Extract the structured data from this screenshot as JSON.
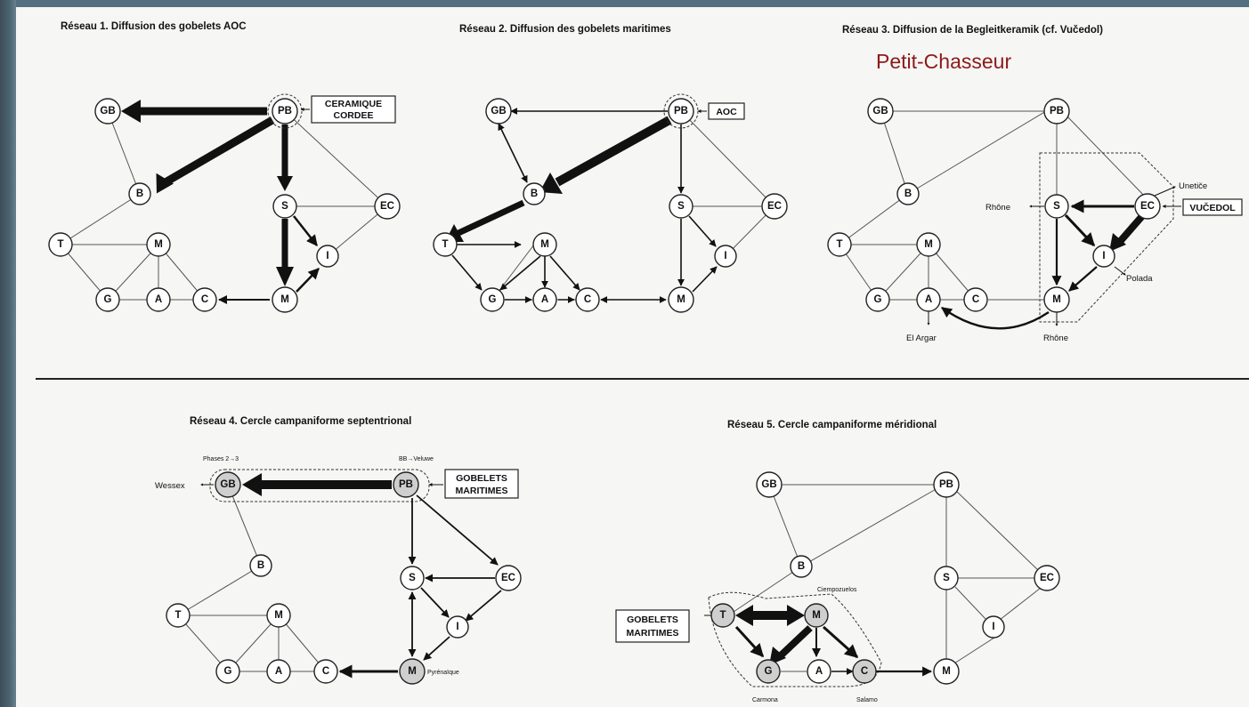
{
  "titles": {
    "r1": "Réseau 1. Diffusion des gobelets AOC",
    "r2": "Réseau 2. Diffusion des gobelets maritimes",
    "r3": "Réseau 3. Diffusion de la Begleitkeramik (cf. Vučedol)",
    "r4": "Réseau 4. Cercle campaniforme septentrional",
    "r5": "Réseau 5. Cercle campaniforme méridional"
  },
  "accent_label": "Petit-Chasseur",
  "node_labels": {
    "GB": "GB",
    "PB": "PB",
    "B": "B",
    "S": "S",
    "EC": "EC",
    "I": "I",
    "T": "T",
    "M": "M",
    "G": "G",
    "A": "A",
    "C": "C"
  },
  "annotations": {
    "r1_box_line1": "CERAMIQUE",
    "r1_box_line2": "CORDEE",
    "r2_box": "AOC",
    "r3_unetice": "Unetiče",
    "r3_vucedol": "VUČEDOL",
    "r3_rhone_left": "Rhône",
    "r3_polada": "Polada",
    "r3_el_argar": "El Argar",
    "r3_rhone_bottom": "Rhône",
    "r4_phases": "Phases 2→3",
    "r4_bb_veluwe": "BB→Veluwe",
    "r4_wessex": "Wessex",
    "r4_box_line1": "GOBELETS",
    "r4_box_line2": "MARITIMES",
    "r4_pyrenaique": "Pyrénaïque",
    "r5_box_line1": "GOBELETS",
    "r5_box_line2": "MARITIMES",
    "r5_ciempozuelos": "Ciempozuelos",
    "r5_carmona": "Carmona",
    "r5_salamo": "Salamo"
  },
  "colors": {
    "accent": "#8b1a1a",
    "frame": "#546f80",
    "ink": "#111111",
    "shaded_node": "#cfcfcf"
  }
}
